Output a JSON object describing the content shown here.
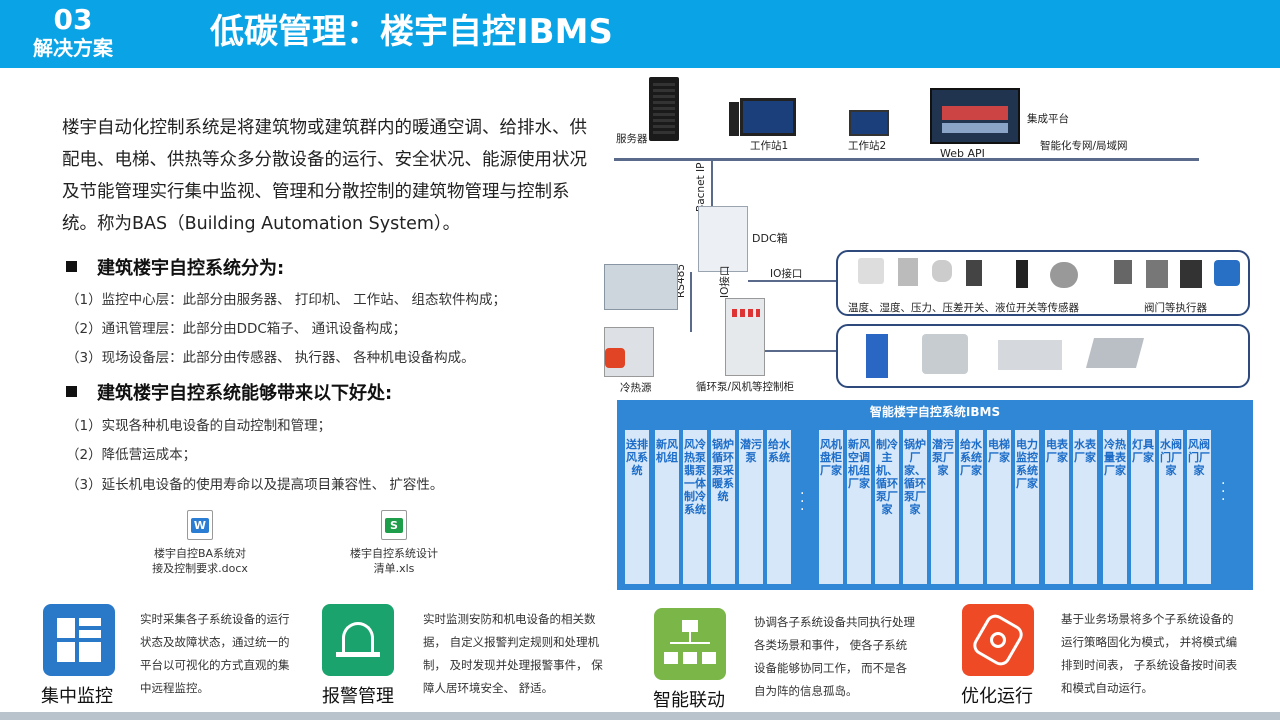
{
  "header": {
    "section_number": "03",
    "section_name": "解决方案",
    "title": "低碳管理：楼宇自控IBMS"
  },
  "intro": "楼宇自动化控制系统是将建筑物或建筑群内的暖通空调、给排水、供配电、电梯、供热等众多分散设备的运行、安全状况、能源使用状况及节能管理实行集中监视、管理和分散控制的建筑物管理与控制系统。称为BAS（Building Automation System）。",
  "section1": {
    "heading": "建筑楼宇自控系统分为:",
    "items": [
      "（1）监控中心层：此部分由服务器、  打印机、  工作站、  组态软件构成；",
      "（2）通讯管理层：此部分由DDC箱子、  通讯设备构成；",
      "（3）现场设备层：此部分由传感器、  执行器、  各种机电设备构成。"
    ]
  },
  "section2": {
    "heading": "建筑楼宇自控系统能够带来以下好处:",
    "items": [
      "（1）实现各种机电设备的自动控制和管理；",
      "（2）降低营运成本；",
      "（3）延长机电设备的使用寿命以及提高项目兼容性、  扩容性。"
    ]
  },
  "files": [
    {
      "line1": "楼宇自控BA系统对",
      "line2": "接及控制要求.docx",
      "badge": "W",
      "color": "#2b7cd3"
    },
    {
      "line1": "楼宇自控系统设计",
      "line2": "清单.xls",
      "badge": "S",
      "color": "#1e9e4a"
    }
  ],
  "diagram": {
    "server": "服务器",
    "workstation1": "工作站1",
    "workstation2": "工作站2",
    "platform": "集成平台",
    "web_api": "Web API",
    "network": "智能化专网/局域网",
    "bacnet": "Bacnet IP",
    "ddc": "DDC箱",
    "rs485": "RS485",
    "io1": "IO接口",
    "io2": "IO接口",
    "sensors": "温度、湿度、压力、压差开关、液位开关等传感器",
    "actuators": "阀门等执行器",
    "cold_heat": "冷热源",
    "cabinet": "循环泵/风机等控制柜",
    "ibms_title": "智能楼宇自控系统IBMS",
    "subsystems": [
      "送排风系统",
      "新风机组",
      "风冷热泵翡泵一体制冷系统",
      "锅炉循环泵采暖系统",
      "潜污泵",
      "给水系统",
      "风机盘柜厂家",
      "新风空调机组厂家",
      "制冷主机、循环泵厂家",
      "锅炉厂家、循环泵厂家",
      "潜污泵厂家",
      "给水系统厂家",
      "电梯厂家",
      "电力监控系统厂家",
      "电表厂家",
      "水表厂家",
      "冷热量表厂家",
      "灯具厂家",
      "水阀门厂家",
      "风阀门厂家"
    ]
  },
  "features": [
    {
      "label": "集中监控",
      "desc": "实时采集各子系统设备的运行状态及故障状态，通过统一的平台以可视化的方式直观的集中远程监控。",
      "color": "#2a79c9"
    },
    {
      "label": "报警管理",
      "desc": "实时监测安防和机电设备的相关数据，  自定义报警判定规则和处理机制，  及时发现并处理报警事件，  保障人居环境安全、  舒适。",
      "color": "#1aa36c"
    },
    {
      "label": "智能联动",
      "desc": "协调各子系统设备共同执行处理各类场景和事件，  使各子系统设备能够协同工作，  而不是各自为阵的信息孤岛。",
      "color": "#7ab648"
    },
    {
      "label": "优化运行",
      "desc": "基于业务场景将多个子系统设备的运行策略固化为模式，  并将模式编排到时间表，  子系统设备按时间表和模式自动运行。",
      "color": "#ee4a25"
    }
  ]
}
